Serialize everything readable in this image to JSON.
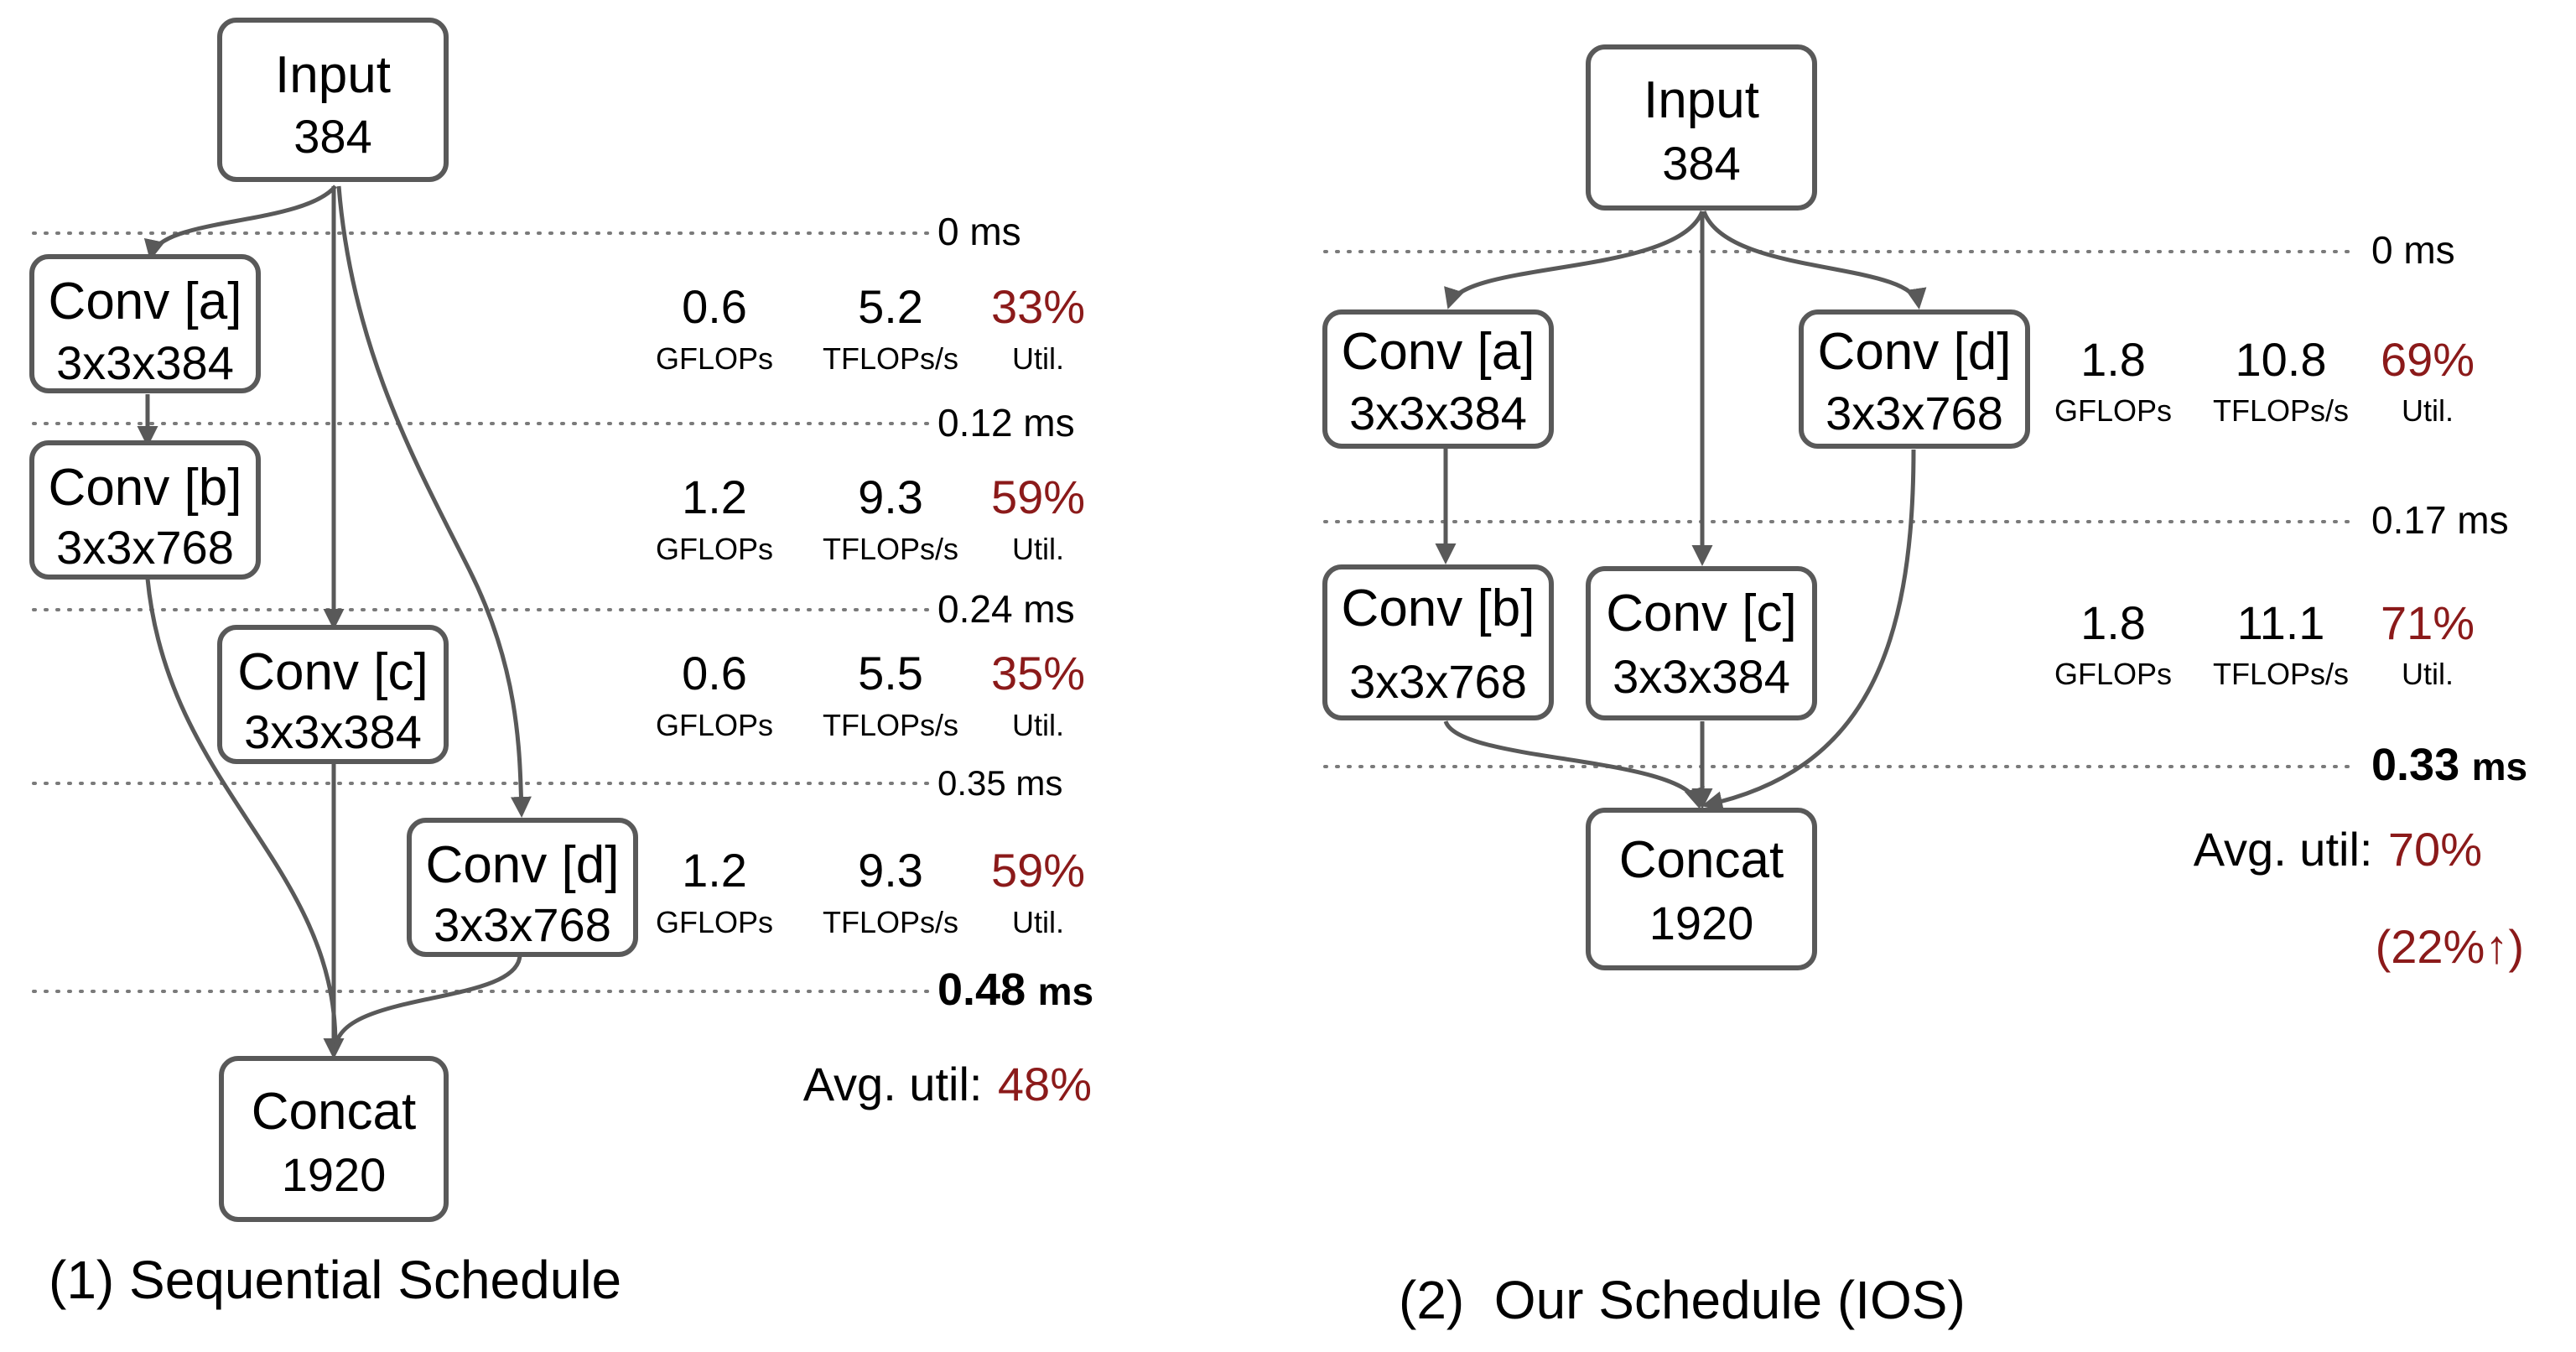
{
  "left": {
    "caption": "(1) Sequential Schedule",
    "nodes": {
      "input": {
        "name": "Input",
        "dim": "384"
      },
      "a": {
        "name": "Conv [a]",
        "dim": "3x3x384"
      },
      "b": {
        "name": "Conv [b]",
        "dim": "3x3x768"
      },
      "c": {
        "name": "Conv [c]",
        "dim": "3x3x384"
      },
      "d": {
        "name": "Conv [d]",
        "dim": "3x3x768"
      },
      "concat": {
        "name": "Concat",
        "dim": "1920"
      }
    },
    "times": [
      "0 ms",
      "0.12 ms",
      "0.24 ms",
      "0.35 ms"
    ],
    "final_time": {
      "value": "0.48",
      "unit": "ms"
    },
    "stages": [
      {
        "gflops": "0.6",
        "tflops": "5.2",
        "util": "33%"
      },
      {
        "gflops": "1.2",
        "tflops": "9.3",
        "util": "59%"
      },
      {
        "gflops": "0.6",
        "tflops": "5.5",
        "util": "35%"
      },
      {
        "gflops": "1.2",
        "tflops": "9.3",
        "util": "59%"
      }
    ],
    "avg_label": "Avg. util:",
    "avg_value": "48%"
  },
  "right": {
    "caption": "(2)  Our Schedule (IOS)",
    "nodes": {
      "input": {
        "name": "Input",
        "dim": "384"
      },
      "a": {
        "name": "Conv [a]",
        "dim": "3x3x384"
      },
      "b": {
        "name": "Conv [b]",
        "dim": "3x3x768"
      },
      "c": {
        "name": "Conv [c]",
        "dim": "3x3x384"
      },
      "d": {
        "name": "Conv [d]",
        "dim": "3x3x768"
      },
      "concat": {
        "name": "Concat",
        "dim": "1920"
      }
    },
    "times": [
      "0 ms",
      "0.17 ms"
    ],
    "final_time": {
      "value": "0.33",
      "unit": "ms"
    },
    "stages": [
      {
        "gflops": "1.8",
        "tflops": "10.8",
        "util": "69%"
      },
      {
        "gflops": "1.8",
        "tflops": "11.1",
        "util": "71%"
      }
    ],
    "avg_label": "Avg. util:",
    "avg_value": "70%",
    "improvement": "(22%↑)"
  },
  "units": {
    "gflops": "GFLOPs",
    "tflops": "TFLOPs/s",
    "util": "Util."
  },
  "colors": {
    "line": "#595959",
    "highlight": "#8b1a1a",
    "text": "#000000"
  }
}
